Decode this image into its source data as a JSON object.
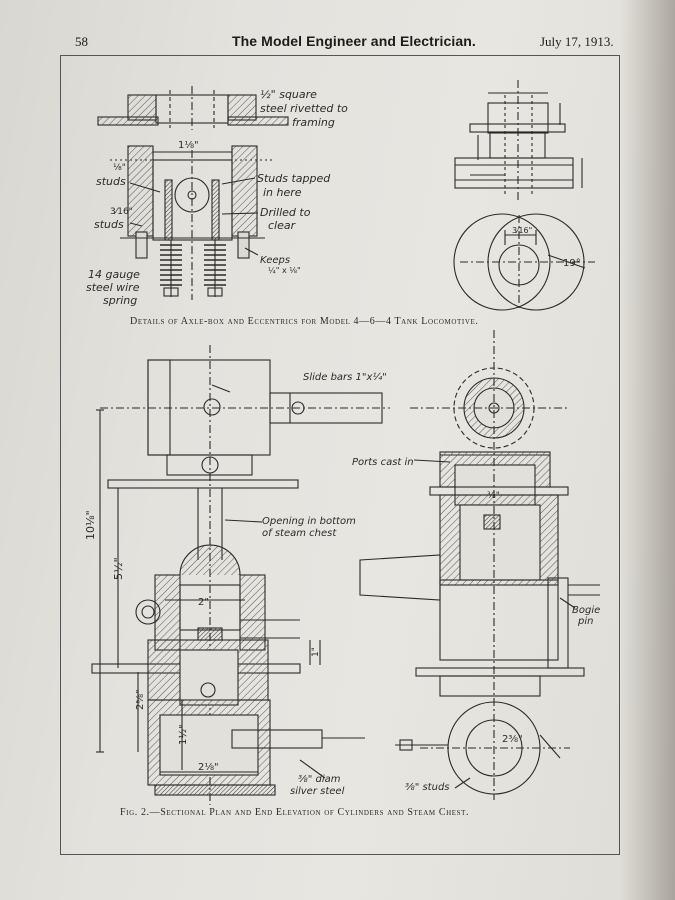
{
  "header": {
    "page_number": "58",
    "title": "The Model Engineer and Electrician.",
    "date": "July 17, 1913."
  },
  "figure_top": {
    "caption": "Details of Axle-box and Eccentrics for Model 4—6—4 Tank Locomotive.",
    "labels": {
      "square_steel_1": "½\" square",
      "square_steel_2": "steel rivetted to",
      "square_steel_3": "framing",
      "width": "1⅛\"",
      "studs_left_frac": "⅛\"",
      "studs_left": "studs",
      "studs_left2_frac": "3⁄16\"",
      "studs_left2": "studs",
      "studs_tapped_1": "Studs tapped",
      "studs_tapped_2": "in here",
      "drilled_1": "Drilled to",
      "drilled_2": "clear",
      "keeps_1": "Keeps",
      "keeps_2": "¼\" x ⅛\"",
      "spring_1": "14 gauge",
      "spring_2": "steel wire",
      "spring_3": "spring",
      "eccentric_angle": "19°",
      "eccentric_throw": "3⁄16\""
    }
  },
  "figure_bottom": {
    "caption": "Fig. 2.—Sectional Plan and End Elevation of Cylinders and Steam Chest.",
    "labels": {
      "slide_bars": "Slide bars 1\"x¼\"",
      "ports_cast": "Ports cast in",
      "opening_1": "Opening in bottom",
      "opening_2": "of steam chest",
      "overall_len": "10⅛\"",
      "len_5": "5½\"",
      "dim_2": "2\"",
      "dim_1": "1\"",
      "dim_25": "2⅝\"",
      "dim_15": "1½\"",
      "dim_22": "2⅛\"",
      "silver_1": "⅜\" diam",
      "silver_2": "silver steel",
      "bogie_1": "Bogie",
      "bogie_2": "pin",
      "studs_bottom": "⅜\" studs",
      "dim_23": "2⅜\"",
      "dim_3": "⅜\""
    }
  }
}
